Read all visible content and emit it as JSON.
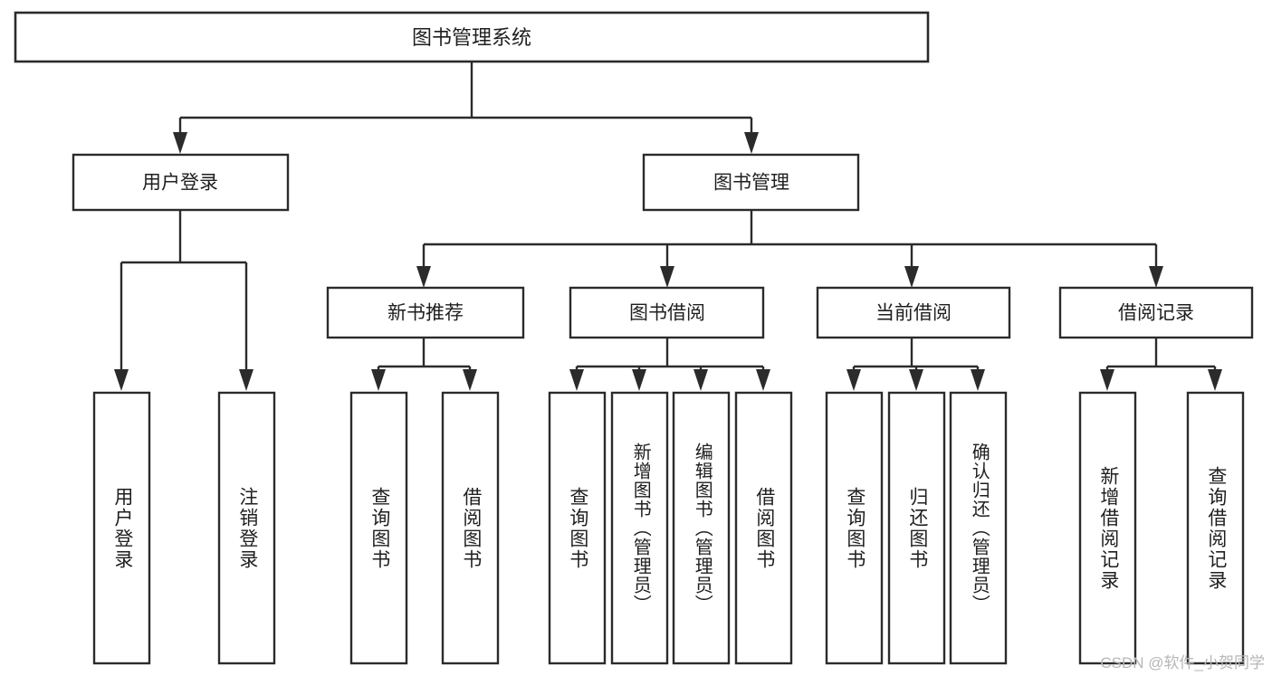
{
  "diagram": {
    "title": "图书管理系统",
    "type": "hierarchy-tree",
    "watermark": "CSDN @软件_小贺同学",
    "colors": {
      "box_stroke": "#2b2b2b",
      "box_fill": "#ffffff",
      "text": "#1f1f1f",
      "background": "#ffffff",
      "watermark": "#b6b6b6"
    },
    "levels": {
      "root": {
        "label": "图书管理系统"
      },
      "level2": [
        {
          "label": "用户登录"
        },
        {
          "label": "图书管理"
        }
      ],
      "level3": [
        {
          "label": "新书推荐"
        },
        {
          "label": "图书借阅"
        },
        {
          "label": "当前借阅"
        },
        {
          "label": "借阅记录"
        }
      ],
      "leaves": {
        "user_login": [
          {
            "label": "用户登录"
          },
          {
            "label": "注销登录"
          }
        ],
        "new_book_recommend": [
          {
            "label": "查询图书"
          },
          {
            "label": "借阅图书"
          }
        ],
        "book_borrow": [
          {
            "label": "查询图书"
          },
          {
            "label": "新增图书（管理员）"
          },
          {
            "label": "编辑图书（管理员）"
          },
          {
            "label": "借阅图书"
          }
        ],
        "current_borrow": [
          {
            "label": "查询图书"
          },
          {
            "label": "归还图书"
          },
          {
            "label": "确认归还（管理员）"
          }
        ],
        "borrow_record": [
          {
            "label": "新增借阅记录"
          },
          {
            "label": "查询借阅记录"
          }
        ]
      }
    }
  },
  "chart_data": {
    "type": "table",
    "title": "图书管理系统",
    "nodes": [
      {
        "id": "root",
        "label": "图书管理系统",
        "level": 1,
        "parent": null
      },
      {
        "id": "user-login",
        "label": "用户登录",
        "level": 2,
        "parent": "root"
      },
      {
        "id": "book-manage",
        "label": "图书管理",
        "level": 2,
        "parent": "root"
      },
      {
        "id": "new-book-recommend",
        "label": "新书推荐",
        "level": 3,
        "parent": "book-manage"
      },
      {
        "id": "book-borrow",
        "label": "图书借阅",
        "level": 3,
        "parent": "book-manage"
      },
      {
        "id": "current-borrow",
        "label": "当前借阅",
        "level": 3,
        "parent": "book-manage"
      },
      {
        "id": "borrow-record",
        "label": "借阅记录",
        "level": 3,
        "parent": "book-manage"
      },
      {
        "id": "leaf-user-login",
        "label": "用户登录",
        "level": 3,
        "parent": "user-login"
      },
      {
        "id": "leaf-logout",
        "label": "注销登录",
        "level": 3,
        "parent": "user-login"
      },
      {
        "id": "leaf-query-book-1",
        "label": "查询图书",
        "level": 4,
        "parent": "new-book-recommend"
      },
      {
        "id": "leaf-borrow-book-1",
        "label": "借阅图书",
        "level": 4,
        "parent": "new-book-recommend"
      },
      {
        "id": "leaf-query-book-2",
        "label": "查询图书",
        "level": 4,
        "parent": "book-borrow"
      },
      {
        "id": "leaf-add-book",
        "label": "新增图书（管理员）",
        "level": 4,
        "parent": "book-borrow"
      },
      {
        "id": "leaf-edit-book",
        "label": "编辑图书（管理员）",
        "level": 4,
        "parent": "book-borrow"
      },
      {
        "id": "leaf-borrow-book-2",
        "label": "借阅图书",
        "level": 4,
        "parent": "book-borrow"
      },
      {
        "id": "leaf-query-book-3",
        "label": "查询图书",
        "level": 4,
        "parent": "current-borrow"
      },
      {
        "id": "leaf-return-book",
        "label": "归还图书",
        "level": 4,
        "parent": "current-borrow"
      },
      {
        "id": "leaf-confirm-return",
        "label": "确认归还（管理员）",
        "level": 4,
        "parent": "current-borrow"
      },
      {
        "id": "leaf-add-record",
        "label": "新增借阅记录",
        "level": 4,
        "parent": "borrow-record"
      },
      {
        "id": "leaf-query-record",
        "label": "查询借阅记录",
        "level": 4,
        "parent": "borrow-record"
      }
    ]
  }
}
